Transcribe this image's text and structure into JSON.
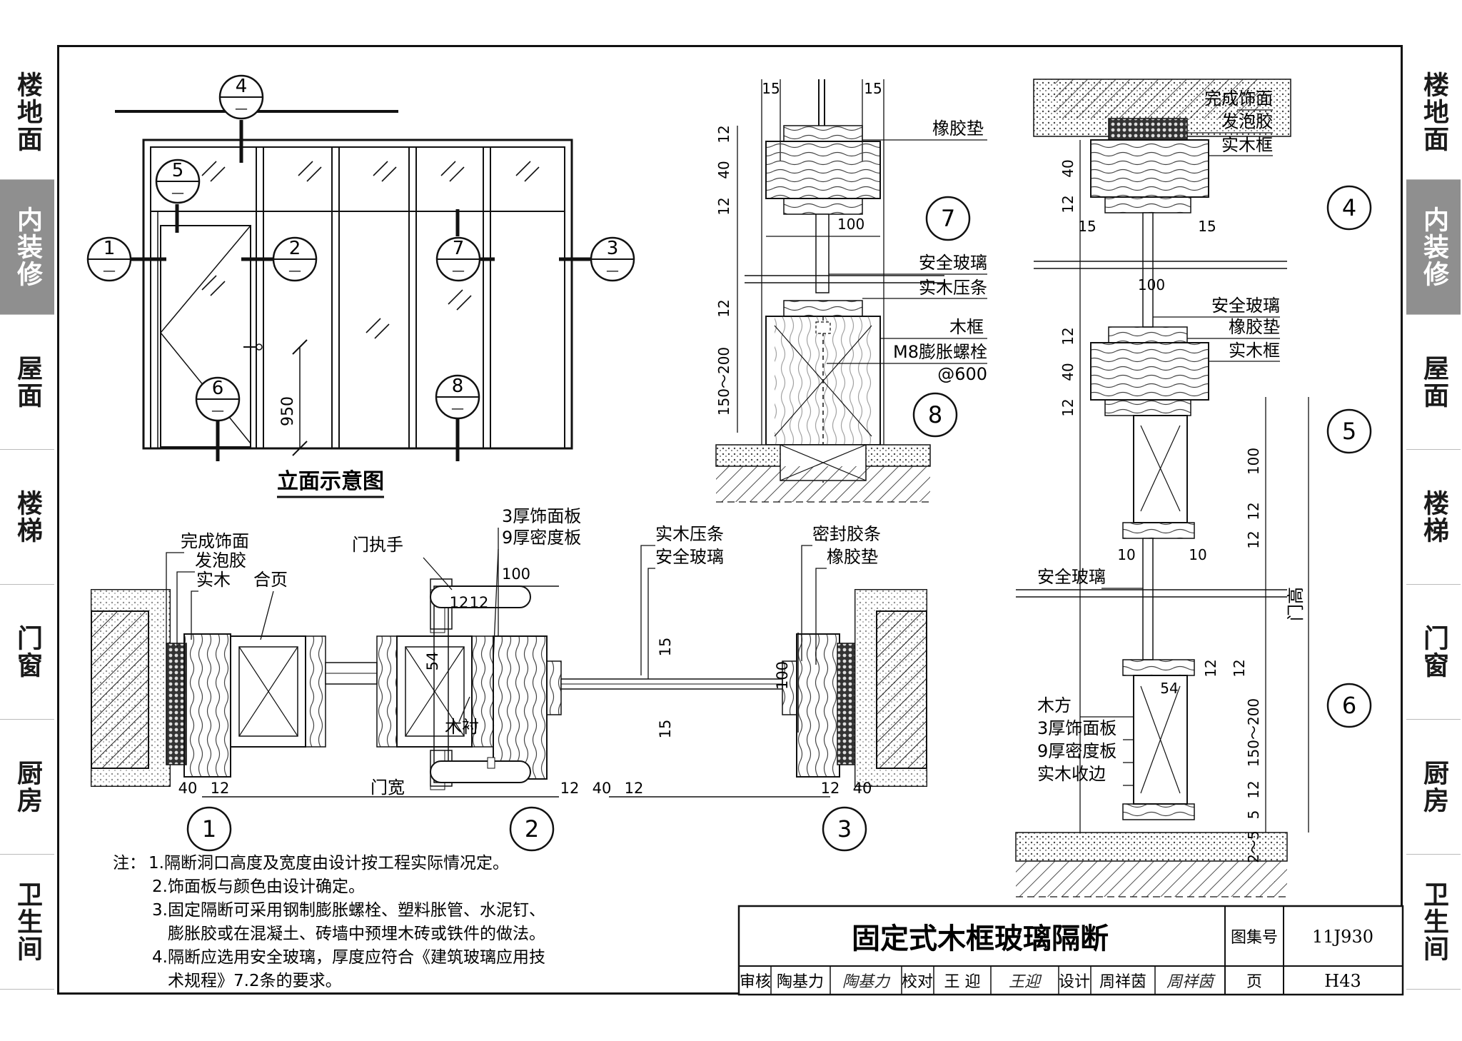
{
  "side_tabs_left": [
    {
      "label": "楼地面",
      "active": false
    },
    {
      "label": "内装修",
      "active": true
    },
    {
      "label": "屋面",
      "active": false
    },
    {
      "label": "楼梯",
      "active": false
    },
    {
      "label": "门窗",
      "active": false
    },
    {
      "label": "厨房",
      "active": false
    },
    {
      "label": "卫生间",
      "active": false
    }
  ],
  "side_tabs_right": [
    {
      "label": "楼地面",
      "active": false
    },
    {
      "label": "内装修",
      "active": true
    },
    {
      "label": "屋面",
      "active": false
    },
    {
      "label": "楼梯",
      "active": false
    },
    {
      "label": "门窗",
      "active": false
    },
    {
      "label": "厨房",
      "active": false
    },
    {
      "label": "卫生间",
      "active": false
    }
  ],
  "elevation": {
    "caption": "立面示意图",
    "dim_950": "950",
    "markers": {
      "m1": "1",
      "m2": "2",
      "m3": "3",
      "m4": "4",
      "m5": "5",
      "m6": "6",
      "m7": "7",
      "m8": "8"
    },
    "dash": "—"
  },
  "plan": {
    "labels": {
      "finish": "完成饰面",
      "foam": "发泡胶",
      "solid_wood": "实木",
      "hinge": "合页",
      "handle": "门执手",
      "panel3": "3厚饰面板",
      "mdf9": "9厚密度板",
      "bead": "实木压条",
      "safety_glass": "安全玻璃",
      "sealant": "密封胶条",
      "rubber": "橡胶垫",
      "wood_lining": "木衬",
      "door_width": "门宽"
    },
    "dims": {
      "d40a": "40",
      "d12a": "12",
      "d100": "100",
      "d12b": "12",
      "d12c": "12",
      "d54": "54",
      "d15a": "15",
      "d15b": "15",
      "d100b": "100",
      "d12d": "12",
      "d40b": "40",
      "d12e": "12",
      "d12f": "12",
      "d40c": "40"
    },
    "circles": {
      "c1": "1",
      "c2": "2",
      "c3": "3"
    }
  },
  "section78": {
    "labels": {
      "rubber": "橡胶垫",
      "safety_glass": "安全玻璃",
      "bead": "实木压条",
      "frame": "木框",
      "bolt": "M8膨胀螺栓",
      "spacing": "@600"
    },
    "dims": {
      "d15a": "15",
      "d15b": "15",
      "d12a": "12",
      "d40": "40",
      "d12b": "12",
      "d100": "100",
      "d12c": "12",
      "d150": "150～200"
    },
    "circles": {
      "c7": "7",
      "c8": "8"
    }
  },
  "section456": {
    "labels": {
      "finish": "完成饰面",
      "foam": "发泡胶",
      "solid_frame": "实木框",
      "safety_glass": "安全玻璃",
      "rubber": "橡胶垫",
      "solid_frame2": "实木框",
      "safety_glass2": "安全玻璃",
      "timber": "木方",
      "panel3": "3厚饰面板",
      "mdf9": "9厚密度板",
      "edge": "实木收边",
      "door_height": "门高"
    },
    "dims": {
      "d40a": "40",
      "d12a": "12",
      "d15a": "15",
      "d15b": "15",
      "d100a": "100",
      "d12b": "12",
      "d40b": "40",
      "d12c": "12",
      "d100b": "100",
      "d12d": "12",
      "d12e": "12",
      "d10a": "10",
      "d10b": "10",
      "d12f": "12",
      "d12g": "12",
      "d54": "54",
      "d150": "150～200",
      "d12h": "12",
      "d5": "5",
      "d2_5": "2～5"
    },
    "circles": {
      "c4": "4",
      "c5": "5",
      "c6": "6"
    }
  },
  "notes": {
    "prefix": "注：",
    "lines": [
      "1.隔断洞口高度及宽度由设计按工程实际情况定。",
      "2.饰面板与颜色由设计确定。",
      "3.固定隔断可采用钢制膨胀螺栓、塑料胀管、水泥钉、",
      "膨胀胶或在混凝土、砖墙中预埋木砖或铁件的做法。",
      "4.隔断应选用安全玻璃，厚度应符合《建筑玻璃应用技",
      "术规程》7.2条的要求。"
    ]
  },
  "title_block": {
    "title": "固定式木框玻璃隔断",
    "atlas_label": "图集号",
    "atlas_no": "11J930",
    "page_label": "页",
    "page_no": "H43",
    "review_label": "审核",
    "reviewer": "陶基力",
    "reviewer_sig": "陶基力",
    "check_label": "校对",
    "checker": "王 迎",
    "checker_sig": "王迎",
    "design_label": "设计",
    "designer": "周祥茵",
    "designer_sig": "周祥茵"
  }
}
